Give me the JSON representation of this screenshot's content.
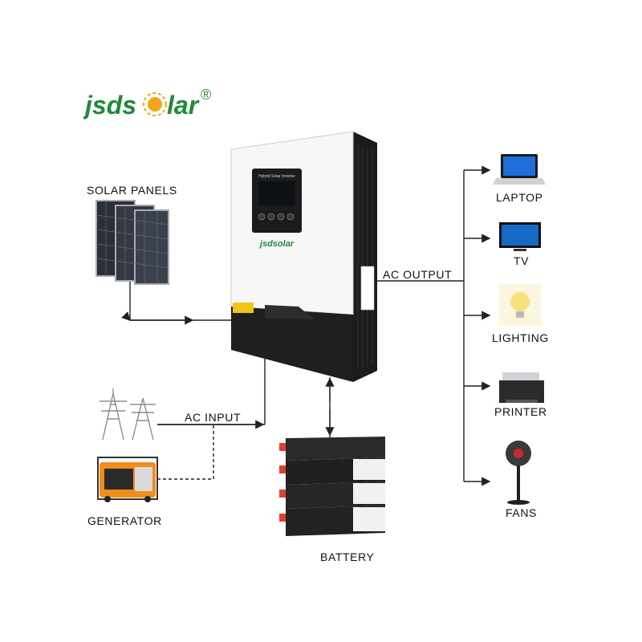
{
  "brand": {
    "logo_text": "jsdsolar",
    "registered_mark": "®",
    "device_logo_text": "jsdsolar",
    "device_screen_text": "Hybrid Solar Inverter",
    "colors": {
      "green": "#1f8a3a",
      "orange": "#f2a51a"
    }
  },
  "inputs": {
    "solar_panels_label": "SOLAR PANELS",
    "ac_input_label": "AC INPUT",
    "generator_label": "GENERATOR",
    "battery_label": "BATTERY"
  },
  "outputs": {
    "ac_output_label": "AC OUTPUT",
    "loads": [
      {
        "label": "LAPTOP",
        "icon": "laptop-icon"
      },
      {
        "label": "TV",
        "icon": "tv-icon"
      },
      {
        "label": "LIGHTING",
        "icon": "light-bulb-icon"
      },
      {
        "label": "PRINTER",
        "icon": "printer-icon"
      },
      {
        "label": "FANS",
        "icon": "fan-icon"
      }
    ]
  },
  "line_colors": {
    "wire": "#222222"
  }
}
